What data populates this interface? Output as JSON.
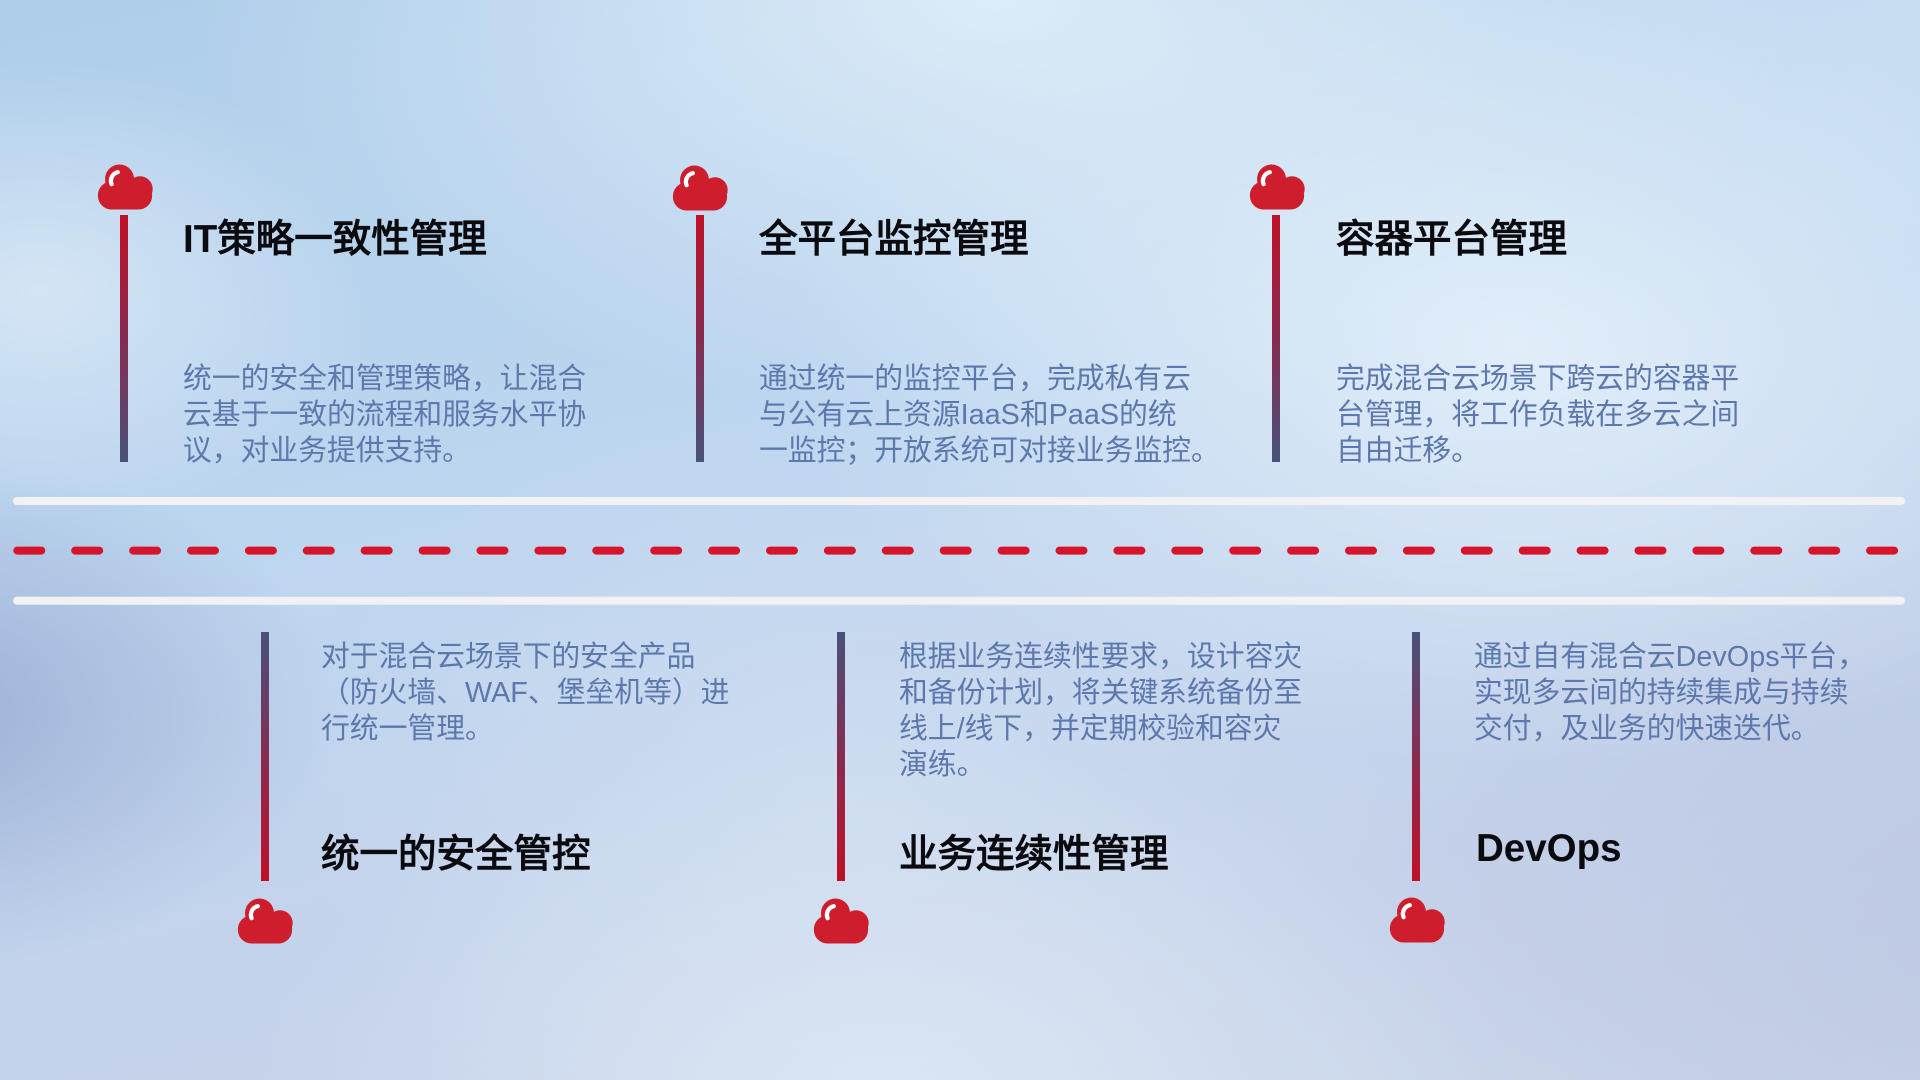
{
  "slide": {
    "kind": "timeline-infographic",
    "language": "zh-CN",
    "colors": {
      "cloud_red": "#ce1e2d",
      "dash_red": "#d6152c",
      "pole_red": "#c01027",
      "pole_navy": "#47517b",
      "title_text": "#0b0b0f",
      "description_text": "#5d78ad",
      "separator_white": "#f2f1f4",
      "background_blue": "#c6d9f0"
    }
  },
  "items": [
    {
      "id": "it-policy",
      "row": "top",
      "title": "IT策略一致性管理",
      "description": "统一的安全和管理策略，让混合\n云基于一致的流程和服务水平协\n议，对业务提供支持。"
    },
    {
      "id": "platform-monitoring",
      "row": "top",
      "title": "全平台监控管理",
      "description": "通过统一的监控平台，完成私有云\n与公有云上资源IaaS和PaaS的统\n一监控；开放系统可对接业务监控。"
    },
    {
      "id": "container-platform",
      "row": "top",
      "title": "容器平台管理",
      "description": "完成混合云场景下跨云的容器平\n台管理，将工作负载在多云之间\n自由迁移。"
    },
    {
      "id": "unified-security",
      "row": "bottom",
      "title": "统一的安全管控",
      "description": "对于混合云场景下的安全产品\n（防火墙、WAF、堡垒机等）进\n行统一管理。"
    },
    {
      "id": "business-continuity",
      "row": "bottom",
      "title": "业务连续性管理",
      "description": "根据业务连续性要求，设计容灾\n和备份计划，将关键系统备份至\n线上/线下，并定期校验和容灾\n演练。"
    },
    {
      "id": "devops",
      "row": "bottom",
      "title": "DevOps",
      "description": "通过自有混合云DevOps平台，\n实现多云间的持续集成与持续\n交付，及业务的快速迭代。"
    }
  ]
}
